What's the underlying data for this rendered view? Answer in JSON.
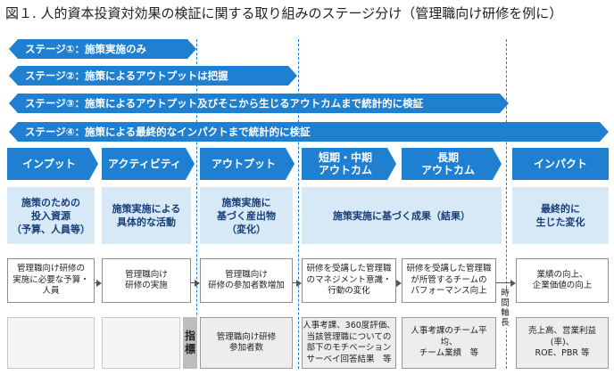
{
  "title": "図１. 人的資本投資対効果の検証に関する取り組みのステージ分け（管理職向け研修を例に）",
  "stages": [
    {
      "label": "ステージ①：施策実施のみ"
    },
    {
      "label": "ステージ②：施策によるアウトプットは把握"
    },
    {
      "label": "ステージ③：施策によるアウトプット及びそこから生じるアウトカムまで統計的に検証"
    },
    {
      "label": "ステージ④：施策による最終的なインパクトまで統計的に検証"
    }
  ],
  "headers": [
    "インプット",
    "アクティビティ",
    "アウトプット",
    "短期・中期\nアウトカム",
    "長期\nアウトカム",
    "インパクト"
  ],
  "descriptions": {
    "input": "施策のための\n投入資源\n（予算、人員等）",
    "activity": "施策実施による\n具体的な活動",
    "output": "施策実施に\n基づく産出物\n（変化）",
    "outcome": "施策実施に基づく成果（結果）",
    "impact": "最終的に\n生じた変化"
  },
  "examples": [
    "管理職向け研修の\n実施に必要な予算・\n人員",
    "管理職向け\n研修の実施",
    "管理職向け\n研修の参加者数増加",
    "研修を受講した管理職\nのマネジメント意識・\n行動の変化",
    "研修を受講した管理職\nが所管するチームの\nパフォーマンス向上",
    "業績の向上、\n企業価値の向上"
  ],
  "indicator_label": "指\n標",
  "indicators": [
    "管理職向け研修\n参加者数",
    "人事考課、360度評価、\n当該管理職についての\n部下のモチベーション\nサーベイ回答結果　等",
    "人事考課のチーム平均、\nチーム業績　等",
    "売上高、営業利益(率)、\nROE、PBR 等"
  ],
  "time_axis_label": "時\n間\n軸\n長",
  "colors": {
    "accent": "#1f7fd1",
    "light": "#d7e8f7",
    "indicator_bg": "#ededed"
  }
}
